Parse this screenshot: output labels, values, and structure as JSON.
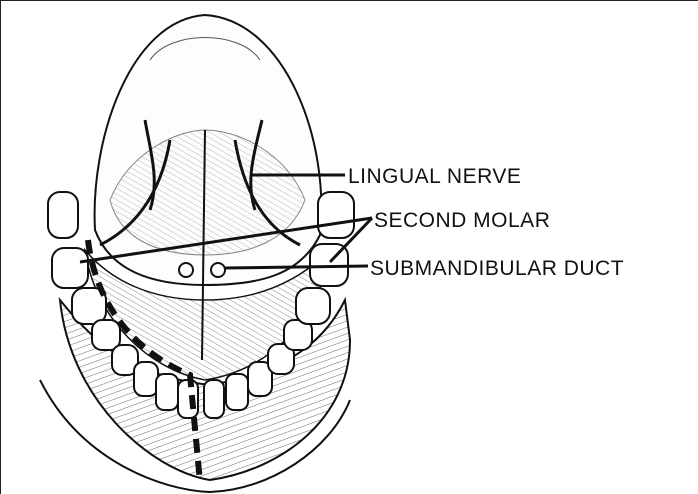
{
  "labels": {
    "lingual_nerve": "LINGUAL NERVE",
    "second_molar": "SECOND MOLAR",
    "submandibular_duct": "SUBMANDIBULAR DUCT"
  },
  "colors": {
    "ink": "#111111",
    "background": "#ffffff"
  }
}
